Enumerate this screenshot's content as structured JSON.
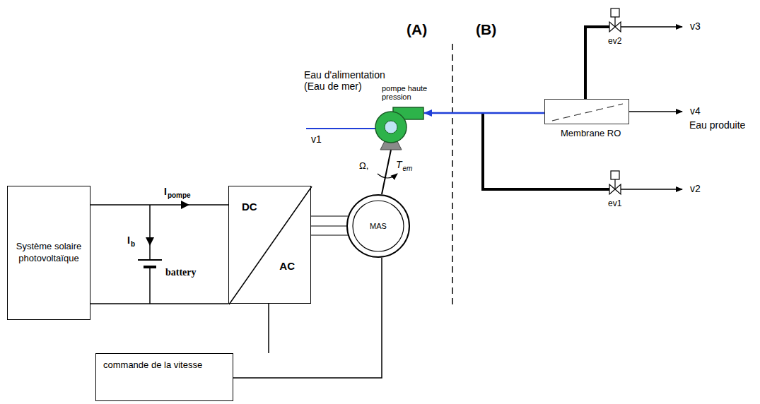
{
  "diagram": {
    "nodes": [
      {
        "text": [
          "pompe haute pression"
        ]
      },
      {
        "text": [
          "Membrane RO"
        ]
      },
      {
        "text": [
          "Système solaire photovoltaïque"
        ]
      },
      {
        "text": [
          "DC",
          "AC"
        ]
      },
      {
        "text": [
          "MAS"
        ]
      },
      {
        "text": [
          "commande de la vitesse"
        ]
      }
    ],
    "edges": [
      {
        "from": 1,
        "to": 0,
        "arrow": "to"
      },
      {
        "from": 2,
        "to": 3,
        "arrow": "none"
      },
      {
        "from": 3,
        "to": 4,
        "arrow": "none"
      },
      {
        "from": 4,
        "to": 0,
        "arrow": "none"
      },
      {
        "from": 4,
        "to": 5,
        "arrow": "none"
      },
      {
        "from": 3,
        "to": 5,
        "arrow": "none"
      }
    ],
    "labels": [
      "Eau d'alimentation (Eau de mer)",
      "v1",
      "(A)",
      "(B)",
      "ev2",
      "v3",
      "v4",
      "Eau produite",
      "ev1",
      "v2",
      "T",
      "em",
      "Ω,",
      "I",
      "pompe",
      "I",
      "b",
      "battery"
    ]
  }
}
